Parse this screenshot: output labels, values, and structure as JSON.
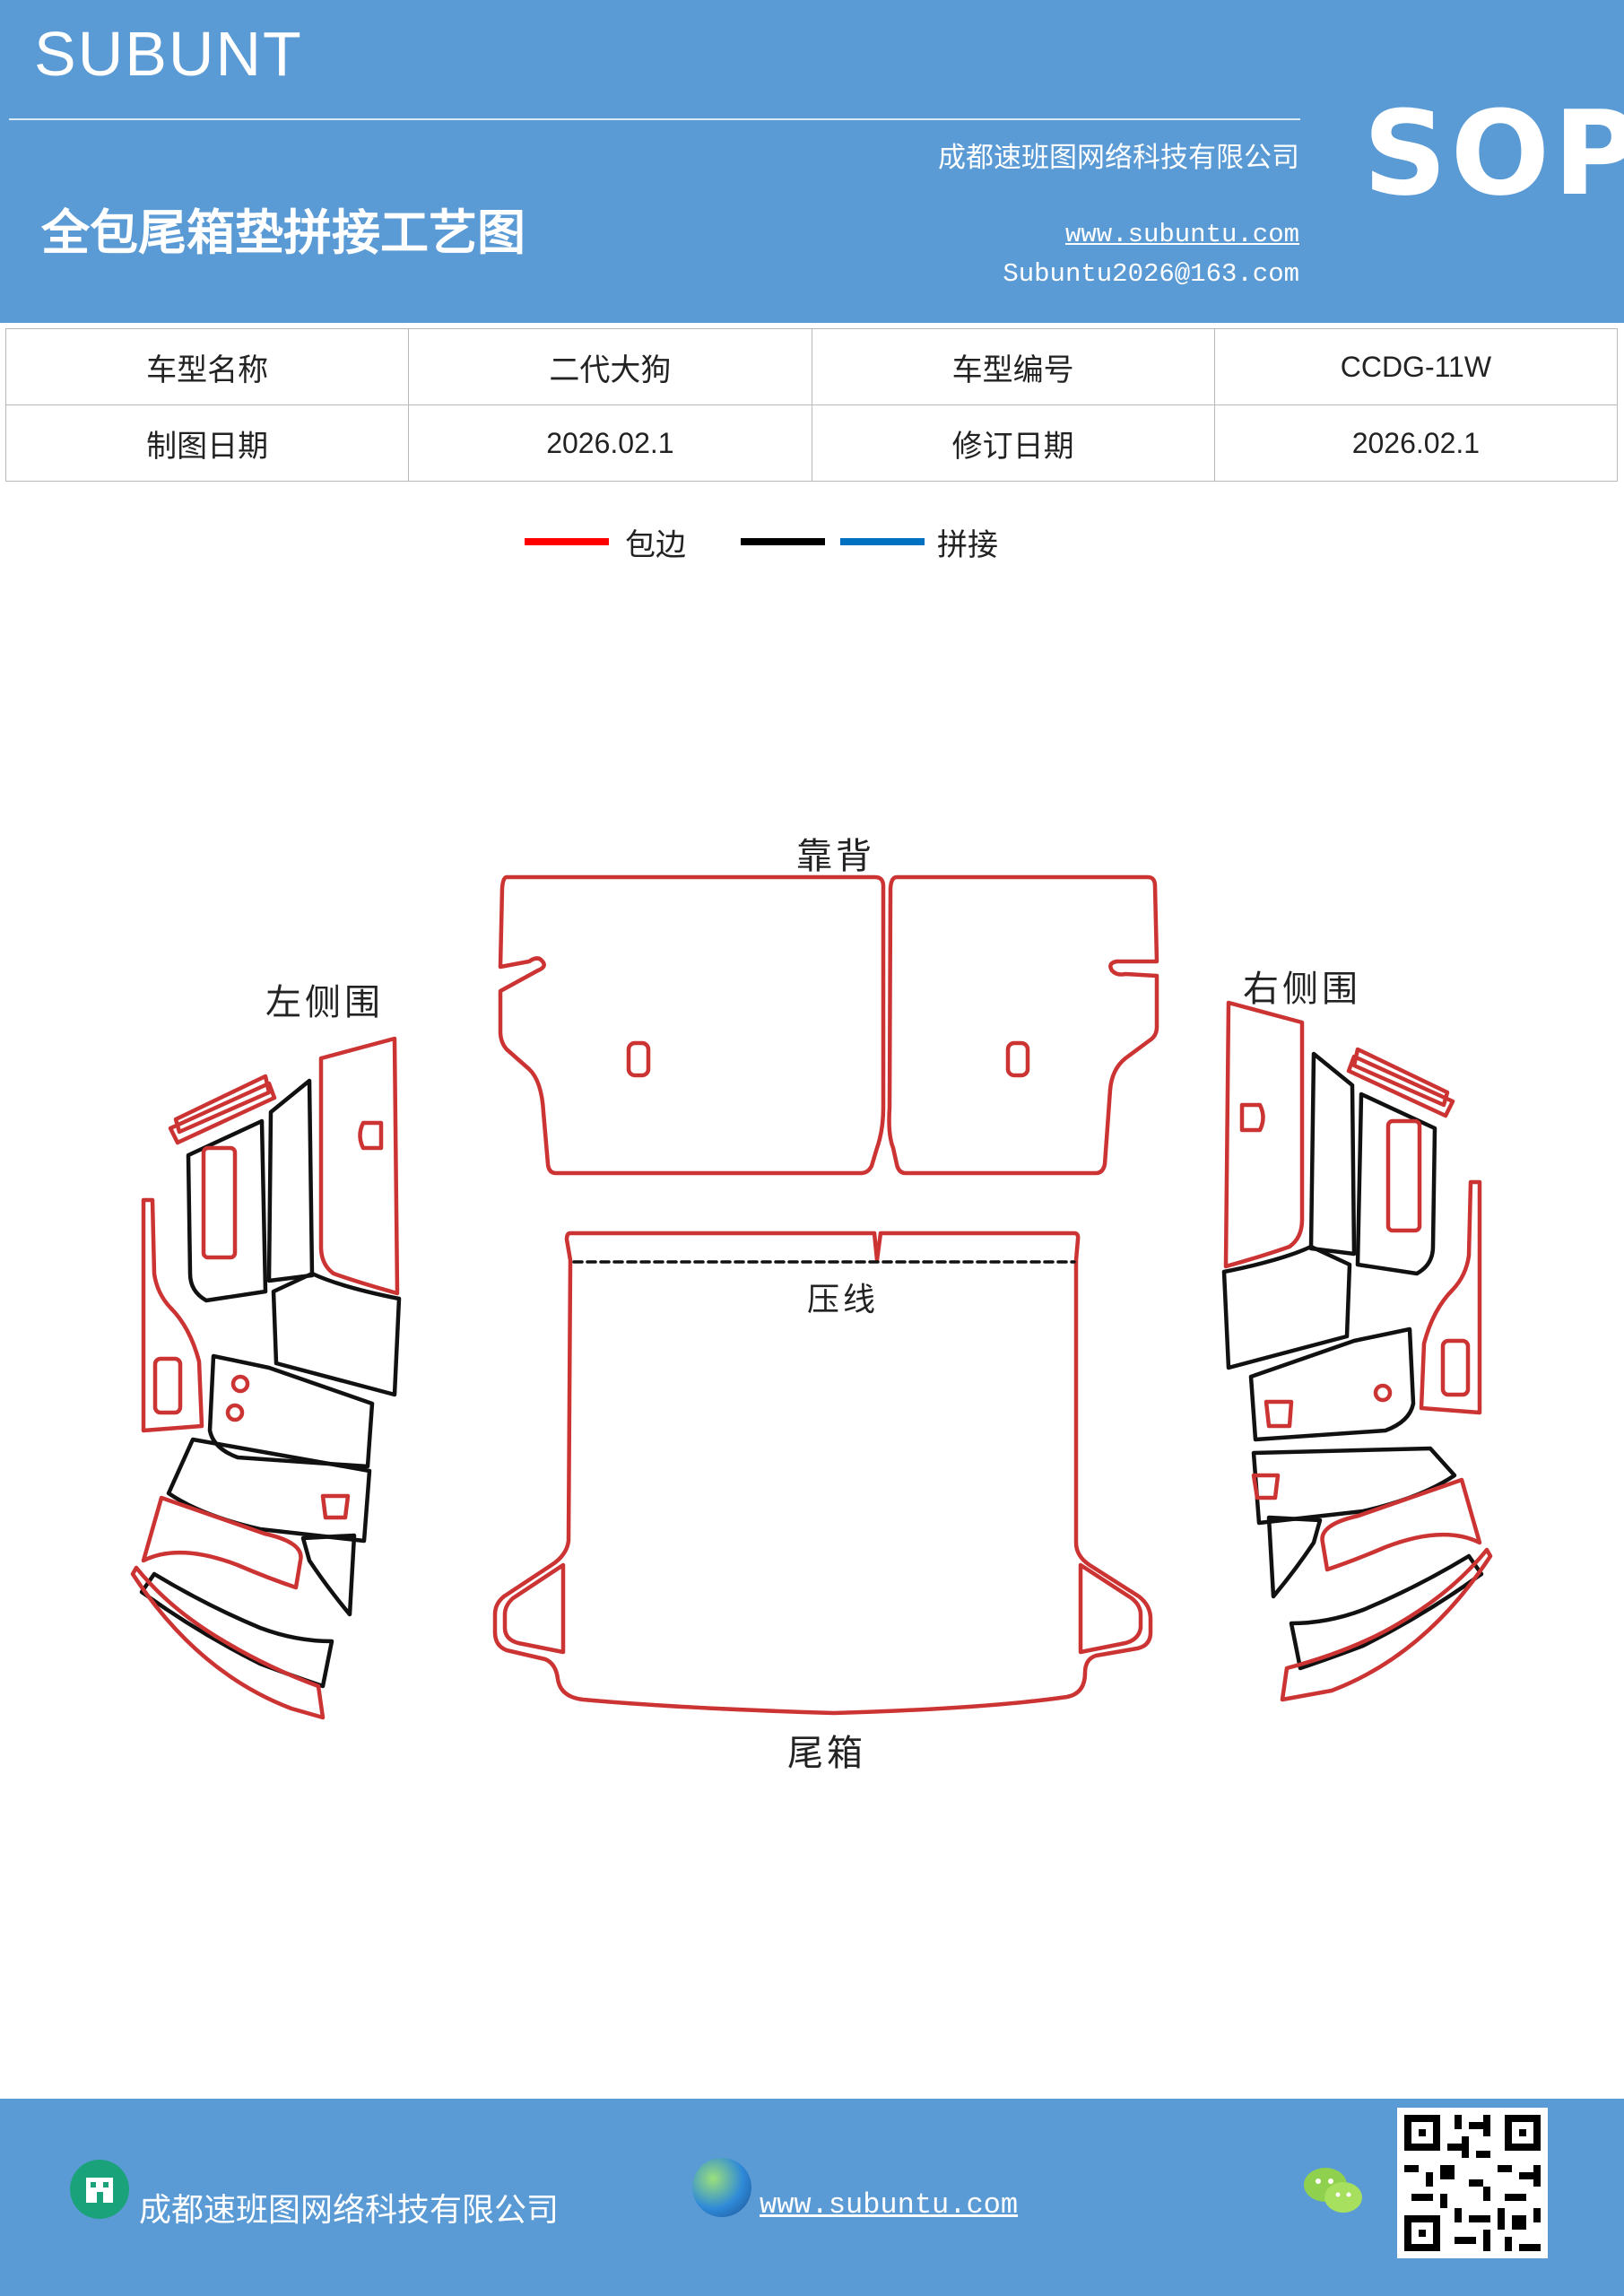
{
  "header": {
    "brand": "SUBUNT",
    "badge": "SOP",
    "company": "成都速班图网络科技有限公司",
    "title": "全包尾箱垫拼接工艺图",
    "website": "www.subuntu.com",
    "email": "Subuntu2026@163.com"
  },
  "info_table": {
    "rows": [
      [
        "车型名称",
        "二代大狗",
        "车型编号",
        "CCDG-11W"
      ],
      [
        "制图日期",
        "2026.02.1",
        "修订日期",
        "2026.02.1"
      ]
    ]
  },
  "legend": {
    "items": [
      {
        "label": "包边",
        "color": "#ff0000"
      },
      {
        "label": "",
        "color": "#000000"
      },
      {
        "label": "拼接",
        "color": "#0070c0"
      }
    ]
  },
  "diagram": {
    "labels": {
      "backrest": "靠背",
      "left_side": "左侧围",
      "right_side": "右侧围",
      "crease": "压线",
      "trunk": "尾箱"
    },
    "colors": {
      "edge": "#cc3333",
      "seam": "#111111"
    }
  },
  "footer": {
    "company": "成都速班图网络科技有限公司",
    "website": "www.subuntu.com"
  }
}
